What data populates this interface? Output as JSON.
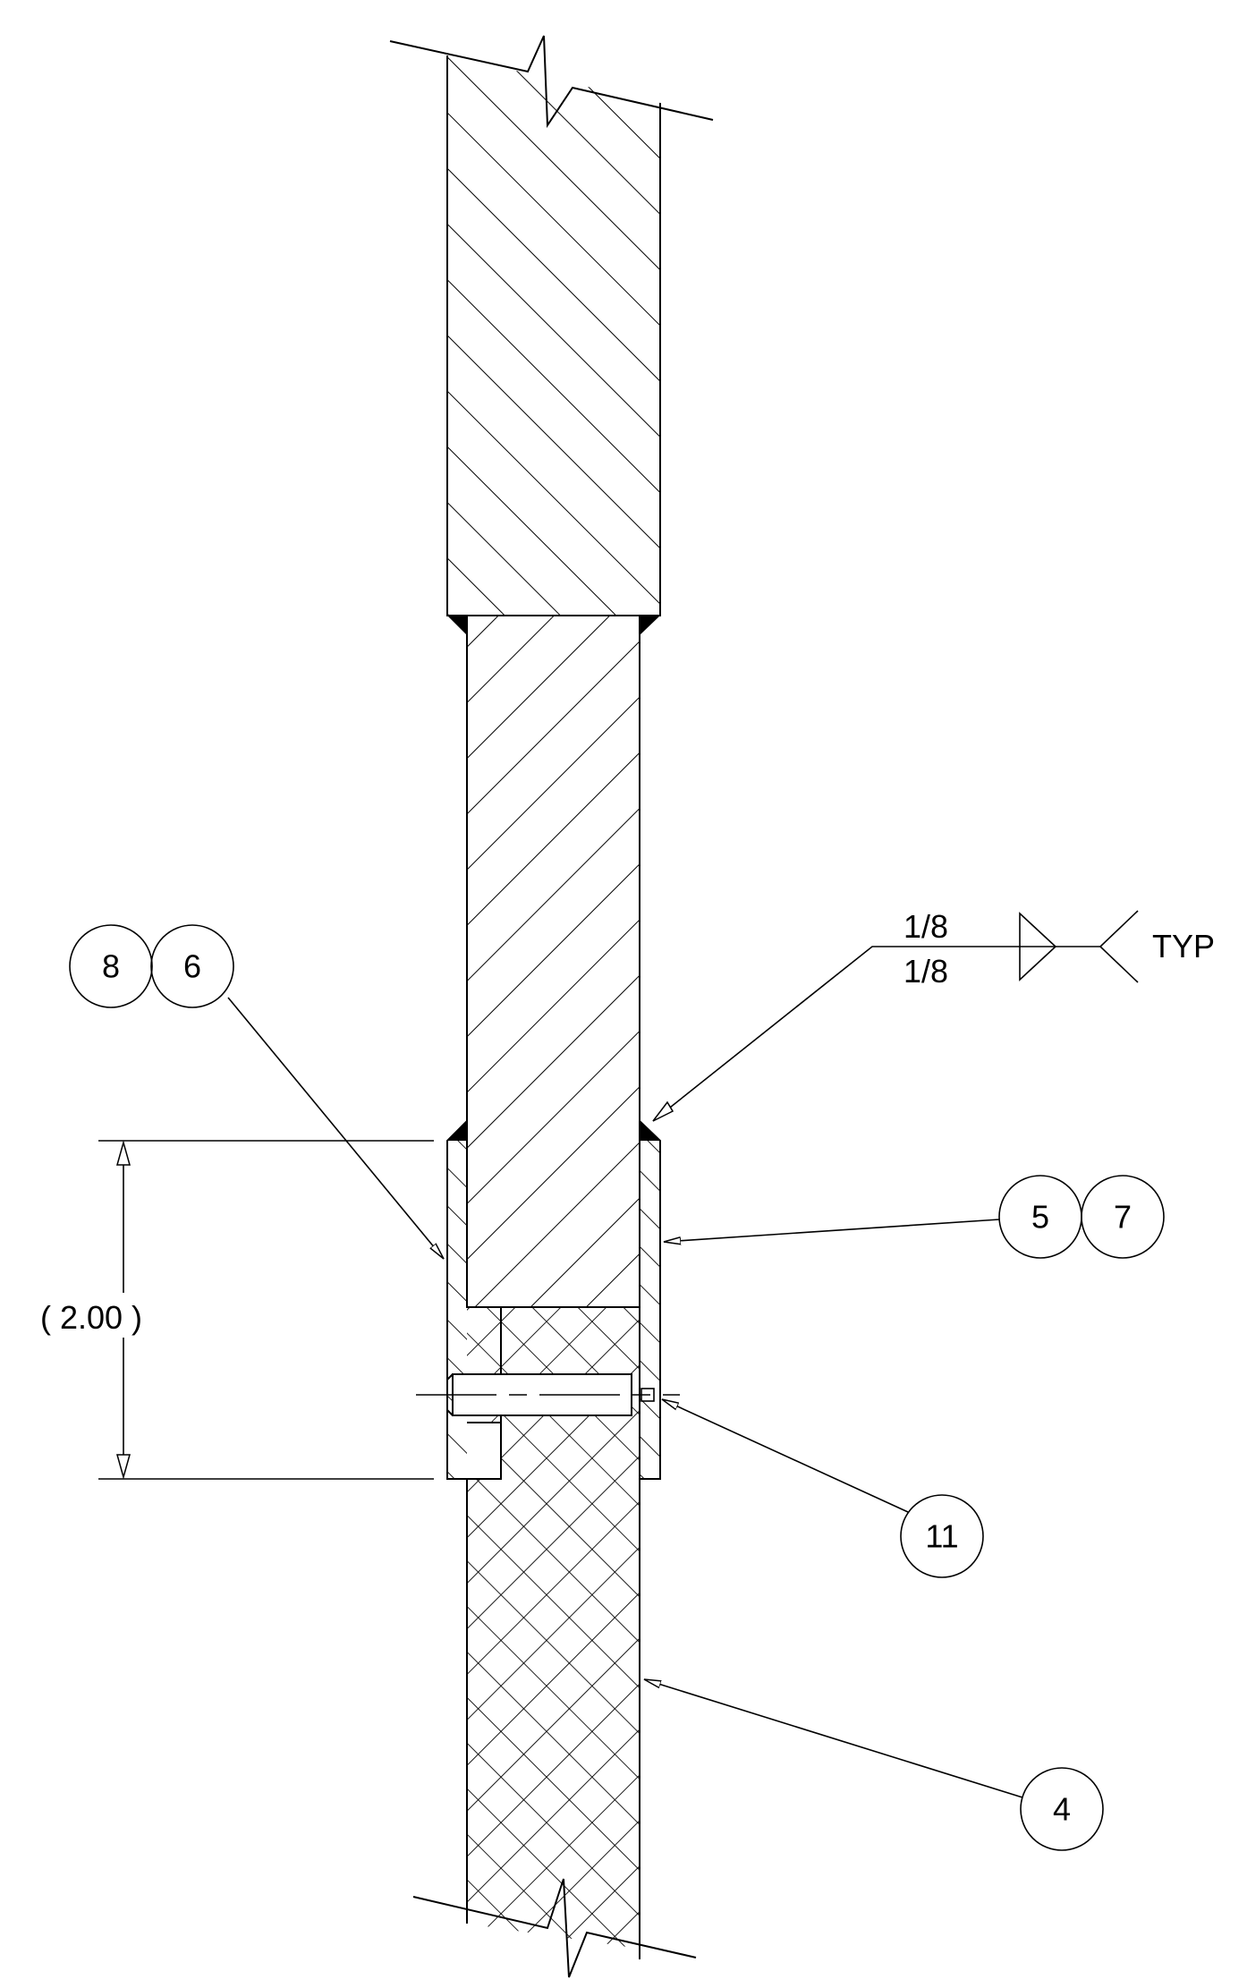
{
  "drawing": {
    "weld_callout": {
      "arrow_side_size": "1/8",
      "other_side_size": "1/8",
      "tail_note": "TYP"
    },
    "dimension": {
      "label": "( 2.00 )"
    },
    "balloons": {
      "left_pair": [
        "8",
        "6"
      ],
      "right_pair": [
        "5",
        "7"
      ],
      "pin": "11",
      "bottom_tube": "4"
    }
  }
}
